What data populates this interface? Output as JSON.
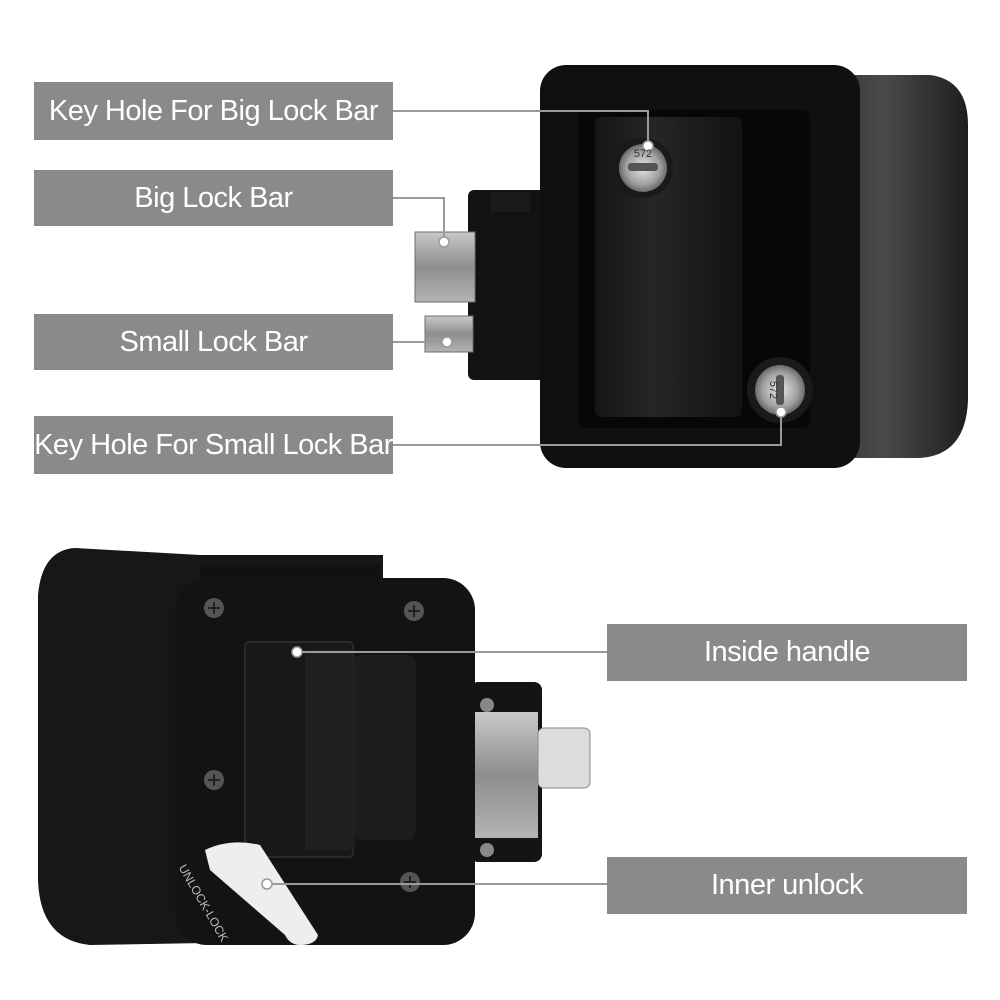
{
  "labels": {
    "key_hole_big": "Key Hole For Big Lock Bar",
    "big_lock_bar": "Big Lock Bar",
    "small_lock_bar": "Small Lock Bar",
    "key_hole_small": "Key Hole For Small Lock Bar",
    "inside_handle": "Inside handle",
    "inner_unlock": "Inner unlock"
  },
  "key_code_top": "572",
  "key_code_bottom": "572",
  "lever_text": "UNLOCK-LOCK",
  "colors": {
    "label_bg": "#8a8a8a",
    "label_text": "#ffffff",
    "lock_body": "#111111",
    "metal": "#9a9a9a",
    "leader_line": "#9a9a9a"
  }
}
